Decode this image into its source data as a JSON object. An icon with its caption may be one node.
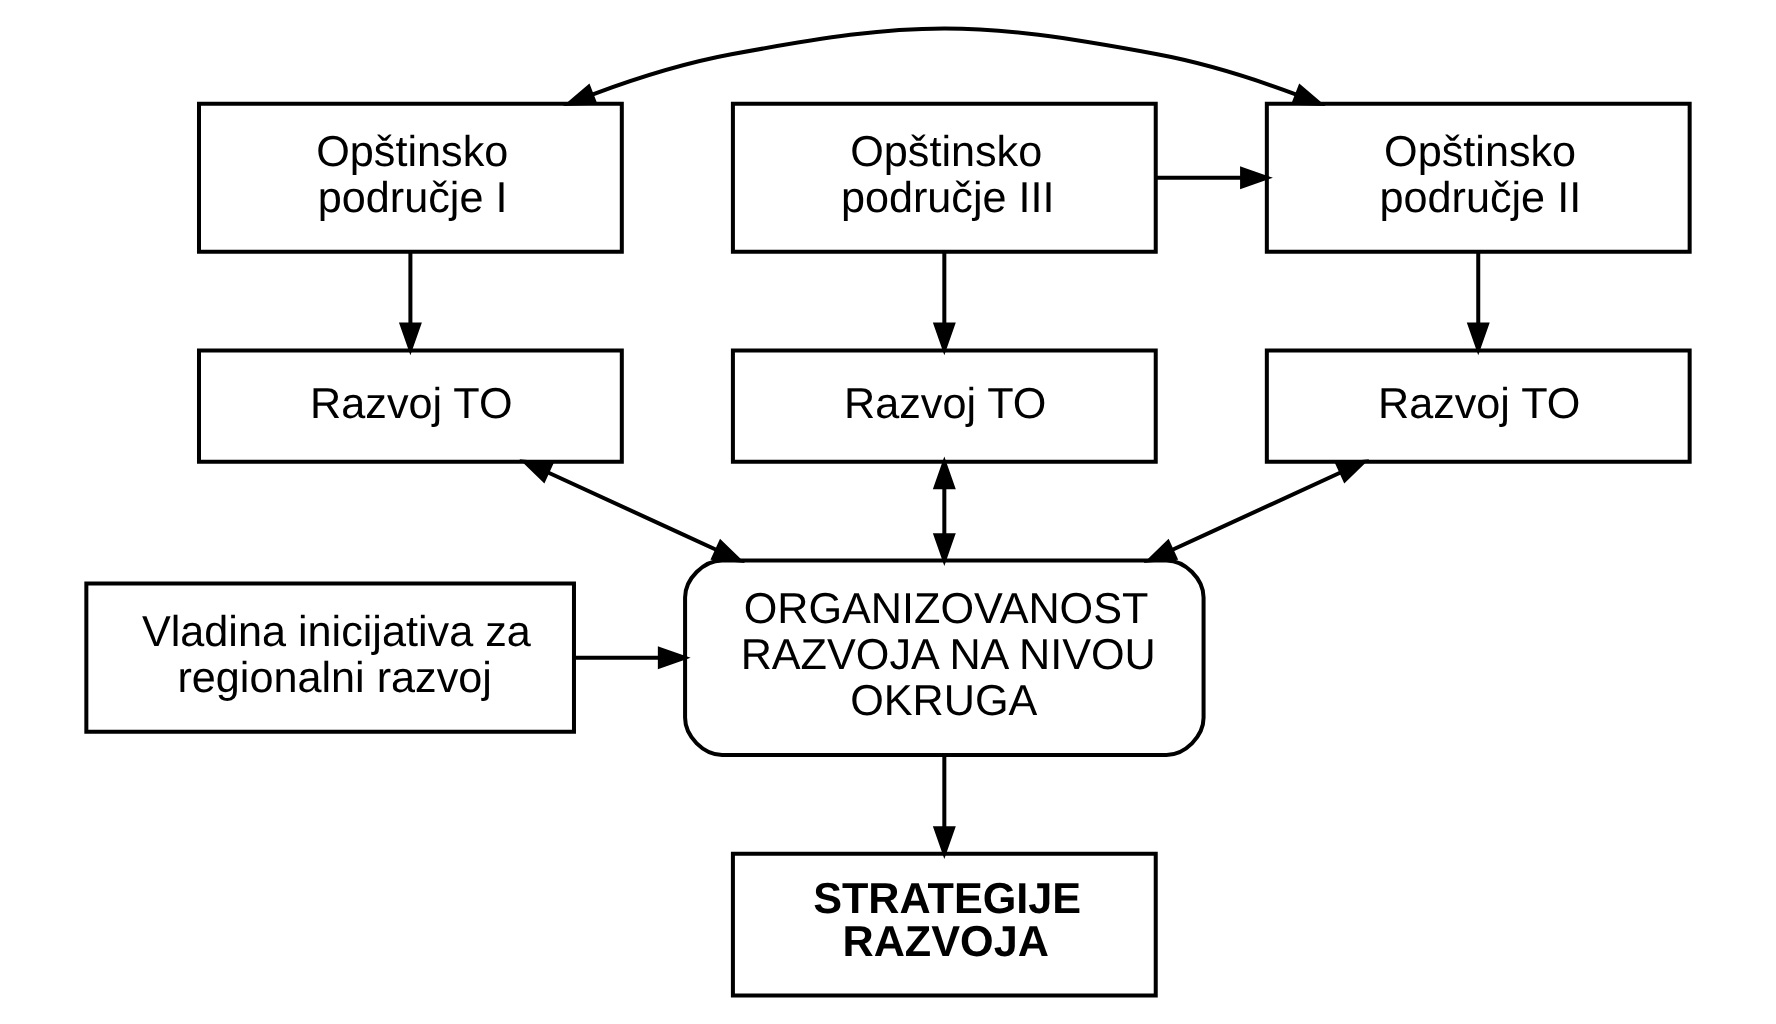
{
  "diagram": {
    "nodes": [
      {
        "text": [
          "Opštinsko područje I"
        ]
      },
      {
        "text": [
          "Opštinsko područje II"
        ]
      },
      {
        "text": [
          "Opštinsko područje III"
        ]
      },
      {
        "text": [
          "Razvoj TO"
        ]
      },
      {
        "text": [
          "Razvoj TO"
        ]
      },
      {
        "text": [
          "Razvoj TO"
        ]
      },
      {
        "text": [
          "Vladina inicijativa za regionalni razvoj"
        ]
      },
      {
        "text": [
          "ORGANIZOVANOST RAZVOJA NA NIVOU OKRUGA"
        ]
      },
      {
        "text": [
          "STRATEGIJE RAZVOJA"
        ]
      }
    ],
    "edges": [
      {
        "from": 0,
        "to": 1,
        "arrow": "both"
      },
      {
        "from": 2,
        "to": 1,
        "arrow": "to"
      },
      {
        "from": 0,
        "to": 3,
        "arrow": "to"
      },
      {
        "from": 1,
        "to": 4,
        "arrow": "to"
      },
      {
        "from": 2,
        "to": 5,
        "arrow": "to"
      },
      {
        "from": 3,
        "to": 7,
        "arrow": "both"
      },
      {
        "from": 4,
        "to": 7,
        "arrow": "both"
      },
      {
        "from": 5,
        "to": 7,
        "arrow": "both"
      },
      {
        "from": 6,
        "to": 7,
        "arrow": "to"
      },
      {
        "from": 7,
        "to": 8,
        "arrow": "to"
      }
    ]
  }
}
